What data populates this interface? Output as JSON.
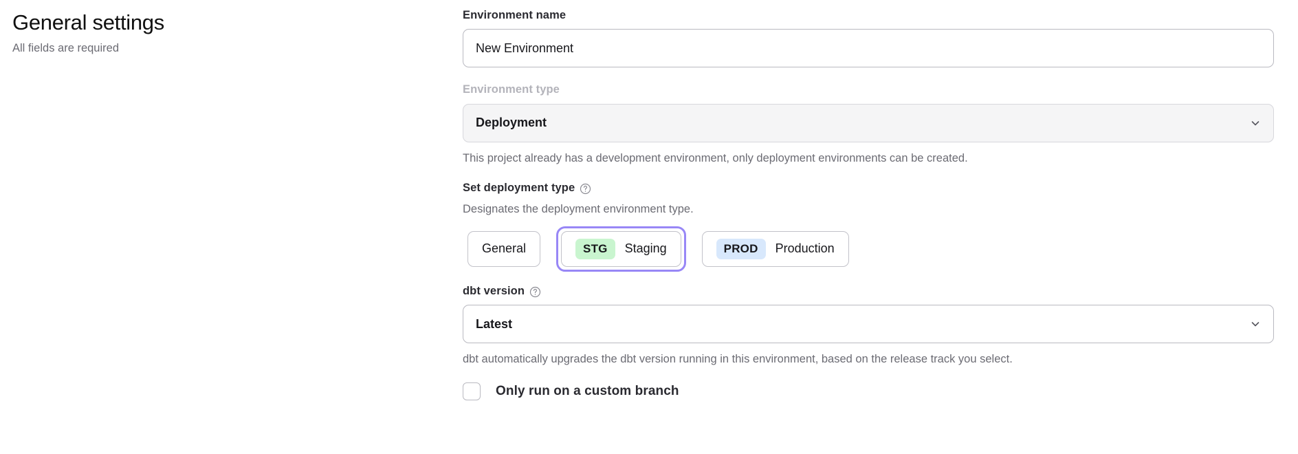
{
  "page": {
    "title": "General settings",
    "subtitle": "All fields are required"
  },
  "form": {
    "environment_name": {
      "label": "Environment name",
      "value": "New Environment",
      "placeholder": "Environment name"
    },
    "environment_type": {
      "label": "Environment type",
      "value": "Deployment",
      "disabled": true,
      "help_text": "This project already has a development environment, only deployment environments can be created.",
      "chevron_icon": "chevron-down-icon"
    },
    "deployment_type": {
      "label": "Set deployment type",
      "help_icon": "question-mark-circle-icon",
      "description": "Designates the deployment environment type.",
      "selected": "Staging",
      "options": [
        {
          "label": "General",
          "badge": "",
          "badge_style": "",
          "focused": false
        },
        {
          "label": "Staging",
          "badge": "STG",
          "badge_style": "stg",
          "focused": true
        },
        {
          "label": "Production",
          "badge": "PROD",
          "badge_style": "prod",
          "focused": false
        }
      ]
    },
    "dbt_version": {
      "label": "dbt version",
      "help_icon": "question-mark-circle-icon",
      "value": "Latest",
      "help_text": "dbt automatically upgrades the dbt version running in this environment, based on the release track you select.",
      "chevron_icon": "chevron-down-icon"
    },
    "custom_branch": {
      "label": "Only run on a custom branch",
      "checked": false
    }
  },
  "colors": {
    "focus_ring": "#9887f6",
    "stg_badge": "#c9f5cf",
    "prod_badge": "#d8e8fc",
    "muted_text": "#6b6b73",
    "disabled_label": "#b3b3ba"
  }
}
